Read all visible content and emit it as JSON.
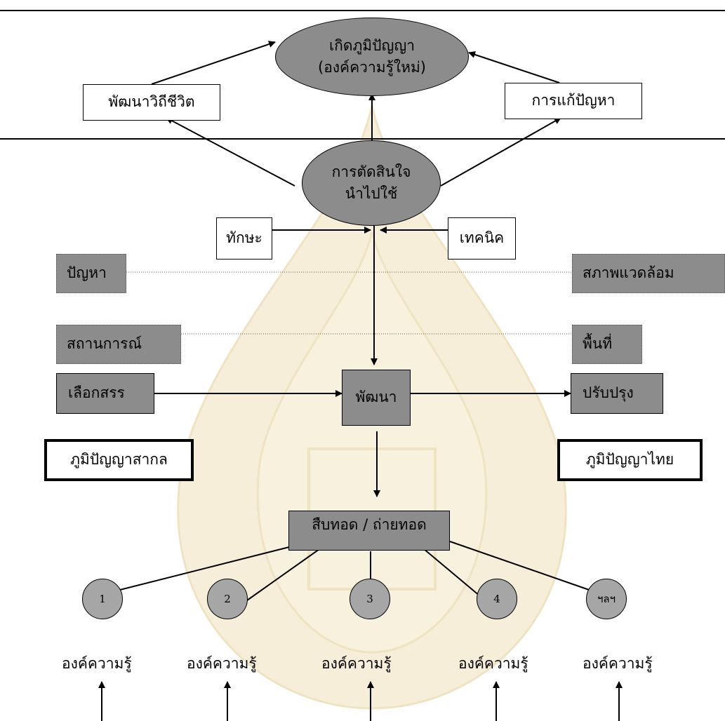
{
  "top_ellipse": {
    "line1": "เกิดภูมิปัญญา",
    "line2": "(องค์ความรู้ใหม่)"
  },
  "left_outcome": "พัฒนาวิถีชีวิต",
  "right_outcome": "การแก้ปัญหา",
  "decision_ellipse": {
    "line1": "การตัดสินใจ",
    "line2": "นำไปใช้"
  },
  "skill_label": "ทักษะ",
  "technique_label": "เทคนิค",
  "left_factors": [
    "ปัญหา",
    "สถานการณ์"
  ],
  "right_factors": [
    "สภาพแวดล้อม",
    "พื้นที่"
  ],
  "select_label": "เลือกสรร",
  "develop_label": "พัฒนา",
  "improve_label": "ปรับปรุง",
  "universal_wisdom": "ภูมิปัญญาสากล",
  "thai_wisdom": "ภูมิปัญญาไทย",
  "inherit_label": "สืบทอด / ถ่ายทอด",
  "knowledge_nodes": [
    "1",
    "2",
    "3",
    "4",
    "ฯลฯ"
  ],
  "knowledge_label": "องค์ความรู้",
  "colors": {
    "node_fill": "#8c8c8c",
    "circle_fill": "#a6a6a6",
    "line": "#000000",
    "watermark": "#f6eed8"
  }
}
